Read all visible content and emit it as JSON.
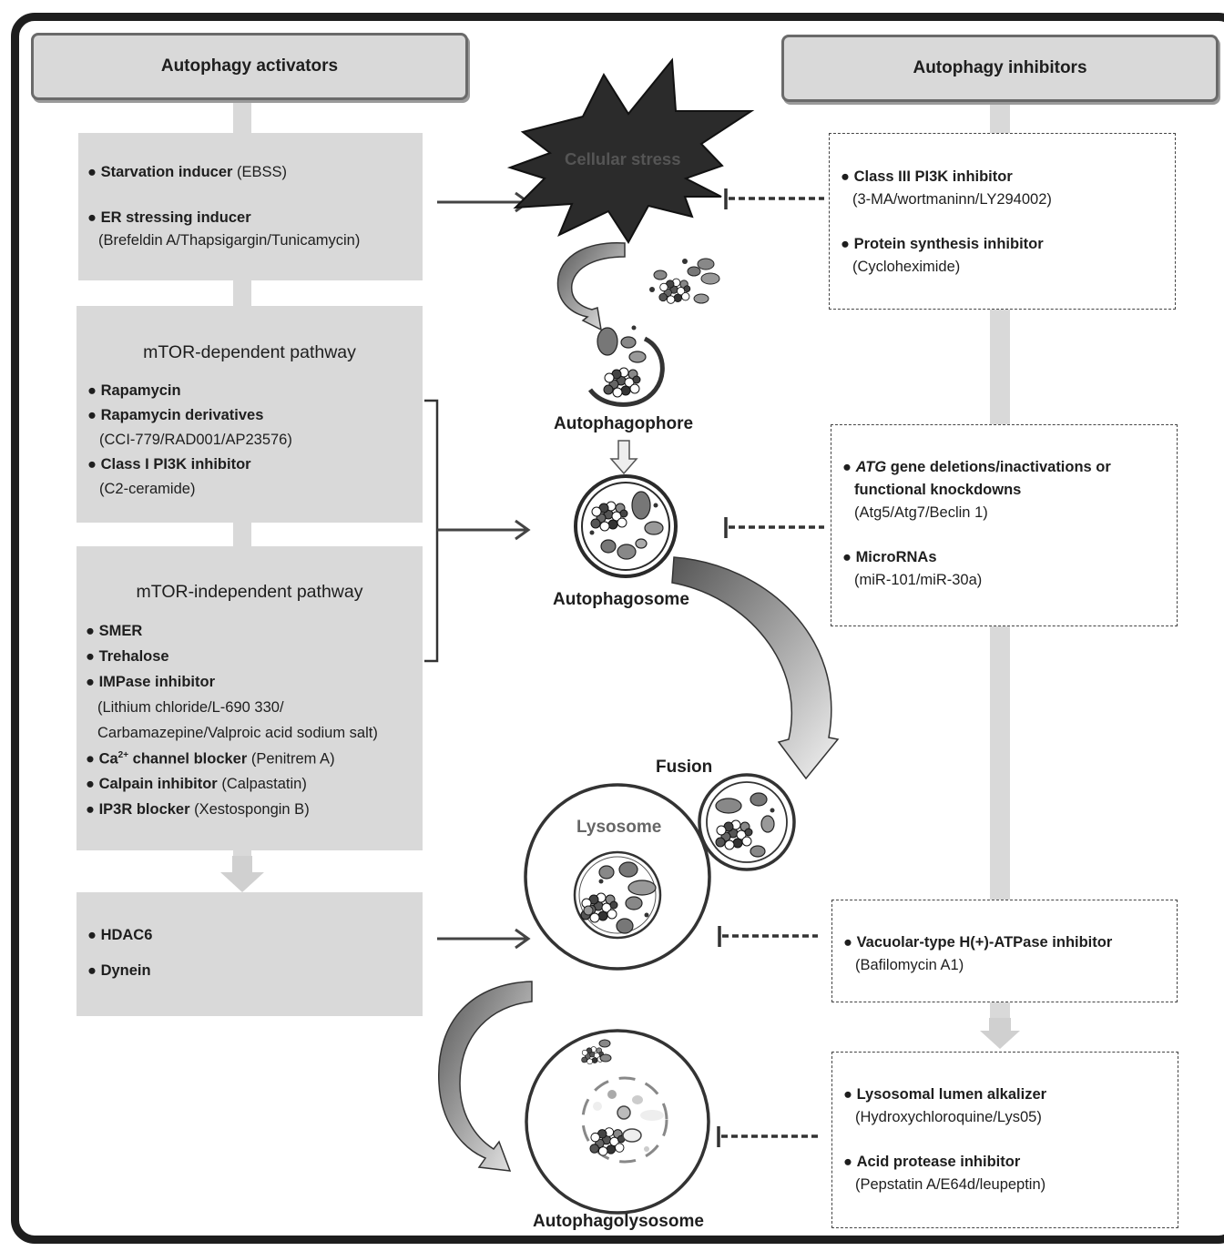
{
  "headers": {
    "activators": "Autophagy activators",
    "inhibitors": "Autophagy inhibitors"
  },
  "activators": {
    "box1": [
      {
        "bold": "Starvation inducer",
        "normal": " (EBSS)"
      },
      {
        "bold": "ER stressing inducer",
        "normal": ""
      },
      {
        "bold": "",
        "normal": "(Brefeldin A/Thapsigargin/Tunicamycin)"
      }
    ],
    "mtor_dep": {
      "title": "mTOR-dependent pathway",
      "items": [
        {
          "bold": "Rapamycin",
          "normal": ""
        },
        {
          "bold": "Rapamycin derivatives",
          "normal": ""
        },
        {
          "bold": "",
          "normal": "(CCI-779/RAD001/AP23576)"
        },
        {
          "bold": "Class I PI3K inhibitor",
          "normal": ""
        },
        {
          "bold": "",
          "normal": "(C2-ceramide)"
        }
      ]
    },
    "mtor_indep": {
      "title": "mTOR-independent pathway",
      "items": [
        {
          "bold": "SMER",
          "normal": ""
        },
        {
          "bold": "Trehalose",
          "normal": ""
        },
        {
          "bold": "IMPase inhibitor",
          "normal": ""
        },
        {
          "bold": "",
          "normal": "(Lithium chloride/L-690 330/"
        },
        {
          "bold": "",
          "normal": "Carbamazepine/Valproic acid sodium salt)"
        },
        {
          "bold": "Ca",
          "sup": "2+",
          "bold2": " channel blocker",
          "normal": " (Penitrem A)"
        },
        {
          "bold": "Calpain inhibitor",
          "normal": " (Calpastatin)"
        },
        {
          "bold": "IP3R blocker",
          "normal": " (Xestospongin B)"
        }
      ]
    },
    "box4": [
      {
        "bold": "HDAC6",
        "normal": ""
      },
      {
        "bold": "Dynein",
        "normal": ""
      }
    ]
  },
  "center": {
    "stress": "Cellular stress",
    "autophagophore": "Autophagophore",
    "autophagosome": "Autophagosome",
    "fusion": "Fusion",
    "lysosome": "Lysosome",
    "autophagolysosome": "Autophagolysosome"
  },
  "inhibitors": {
    "box1": [
      {
        "bold": "Class III PI3K inhibitor",
        "normal": ""
      },
      {
        "bold": "",
        "normal": "(3-MA/wortmaninn/LY294002)"
      },
      {
        "bold": "Protein synthesis inhibitor",
        "normal": ""
      },
      {
        "bold": "",
        "normal": "(Cycloheximide)"
      }
    ],
    "box2": [
      {
        "italic": "ATG",
        "bold": " gene deletions/inactivations or",
        "normal": ""
      },
      {
        "bold": "functional knockdowns",
        "normal": ""
      },
      {
        "bold": "",
        "normal": "(Atg5/Atg7/Beclin 1)"
      },
      {
        "bold": "MicroRNAs",
        "normal": ""
      },
      {
        "bold": "",
        "normal": "(miR-101/miR-30a)"
      }
    ],
    "box3": [
      {
        "bold": "Vacuolar-type H(+)-ATPase inhibitor",
        "normal": ""
      },
      {
        "bold": "",
        "normal": "(Bafilomycin A1)"
      }
    ],
    "box4": [
      {
        "bold": "Lysosomal lumen alkalizer",
        "normal": ""
      },
      {
        "bold": "",
        "normal": "(Hydroxychloroquine/Lys05)"
      },
      {
        "bold": "Acid protease inhibitor",
        "normal": ""
      },
      {
        "bold": "",
        "normal": "(Pepstatin A/E64d/leupeptin)"
      }
    ]
  }
}
